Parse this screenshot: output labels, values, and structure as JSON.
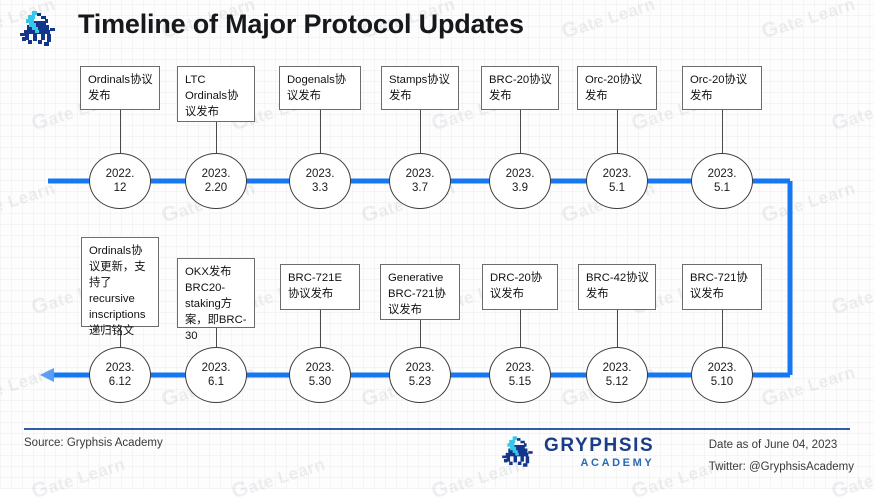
{
  "header": {
    "title": "Timeline of Major Protocol Updates",
    "logo_icon": "gryphsis-griffin-logo"
  },
  "colors": {
    "rail": "#1677f2",
    "node_border": "#3b3b3b",
    "box_border": "#6c6c6c",
    "footer_rule": "#2f5ea8",
    "brand_navy": "#1b3c86",
    "brand_blue": "#2a6ab5",
    "logo_dark": "#13358c",
    "logo_cyan": "#35c8e8"
  },
  "timeline": {
    "top_row": [
      {
        "label": "Ordinals协议发布",
        "date_year": "2022.",
        "date_day": "12"
      },
      {
        "label": "LTC Ordinals协议发布",
        "date_year": "2023.",
        "date_day": "2.20"
      },
      {
        "label": "Dogenals协议发布",
        "date_year": "2023.",
        "date_day": "3.3"
      },
      {
        "label": "Stamps协议发布",
        "date_year": "2023.",
        "date_day": "3.7"
      },
      {
        "label": "BRC-20协议发布",
        "date_year": "2023.",
        "date_day": "3.9"
      },
      {
        "label": "Orc-20协议发布",
        "date_year": "2023.",
        "date_day": "5.1"
      },
      {
        "label": "Orc-20协议发布",
        "date_year": "2023.",
        "date_day": "5.1"
      }
    ],
    "bottom_row": [
      {
        "label": "Ordinals协议更新，支持了recursive inscriptions 递归铭文",
        "date_year": "2023.",
        "date_day": "6.12"
      },
      {
        "label": "OKX发布BRC20-staking方案，即BRC-30",
        "date_year": "2023.",
        "date_day": "6.1"
      },
      {
        "label": "BRC-721E协议发布",
        "date_year": "2023.",
        "date_day": "5.30"
      },
      {
        "label": "Generative BRC-721协议发布",
        "date_year": "2023.",
        "date_day": "5.23"
      },
      {
        "label": "DRC-20协议发布",
        "date_year": "2023.",
        "date_day": "5.15"
      },
      {
        "label": "BRC-42协议发布",
        "date_year": "2023.",
        "date_day": "5.12"
      },
      {
        "label": "BRC-721协议发布",
        "date_year": "2023.",
        "date_day": "5.10"
      }
    ]
  },
  "footer": {
    "source": "Source: Gryphsis Academy",
    "brand_name": "GRYPHSIS",
    "brand_sub": "ACADEMY",
    "date_note": "Date as of June 04, 2023",
    "twitter": "Twitter: @GryphsisAcademy"
  },
  "watermark": {
    "text": "Gate Learn"
  }
}
